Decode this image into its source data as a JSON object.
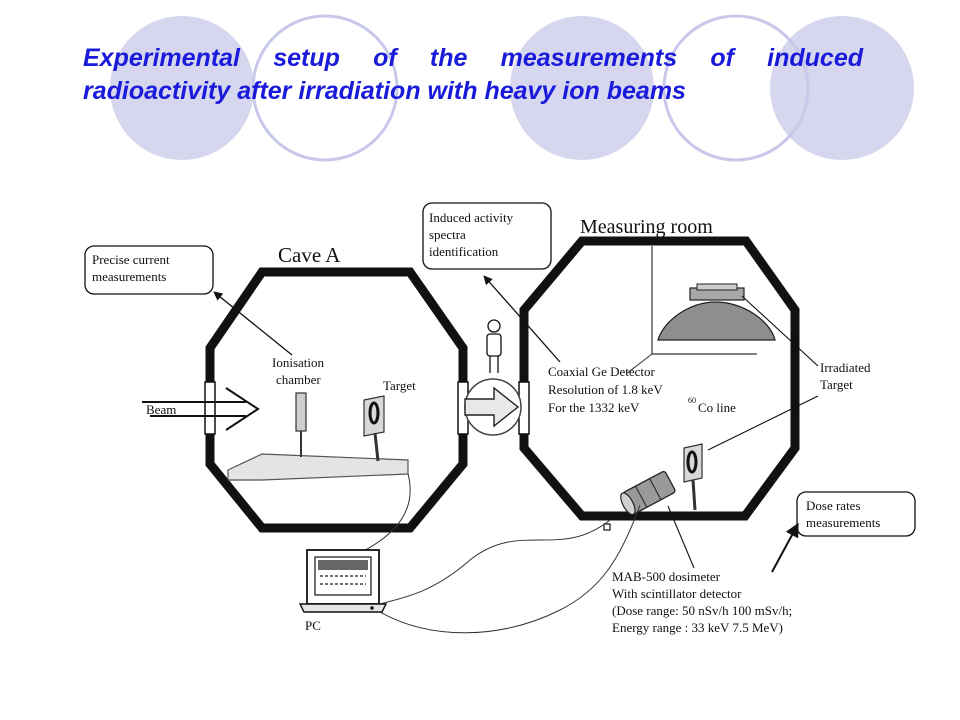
{
  "slide": {
    "title_line1": "Experimental setup of the measurements of induced",
    "title_line2": "radioactivity after irradiation with heavy ion beams",
    "title_color": "#1a1adb",
    "decor_circle_color": "#c8c8ea"
  },
  "diagram": {
    "rooms": {
      "cave_a": "Cave A",
      "measuring_room": "Measuring room"
    },
    "callouts": {
      "precise_current": [
        "Precise current",
        "measurements"
      ],
      "induced_activity": [
        "Induced activity",
        "spectra",
        "identification"
      ],
      "dose_rates": [
        "Dose rates",
        "measurements"
      ]
    },
    "labels": {
      "ionisation_chamber": [
        "Ionisation",
        "chamber"
      ],
      "target": "Target",
      "beam": "Beam",
      "ge_detector": [
        "Coaxial Ge Detector",
        "Resolution of 1.8 keV",
        "For the 1332 keV",
        "60",
        "Co  line"
      ],
      "irradiated_target": [
        "Irradiated",
        "Target"
      ],
      "dosimeter": [
        "MAB-500 dosimeter",
        "With scintillator detector",
        "(Dose range: 50 nSv/h  100 mSv/h;",
        "Energy range : 33 keV  7.5 MeV)"
      ],
      "pc": "PC"
    },
    "icons": [
      "person-icon",
      "transfer-arrow-icon",
      "computer-icon",
      "ge-detector-icon",
      "dosimeter-icon"
    ]
  }
}
